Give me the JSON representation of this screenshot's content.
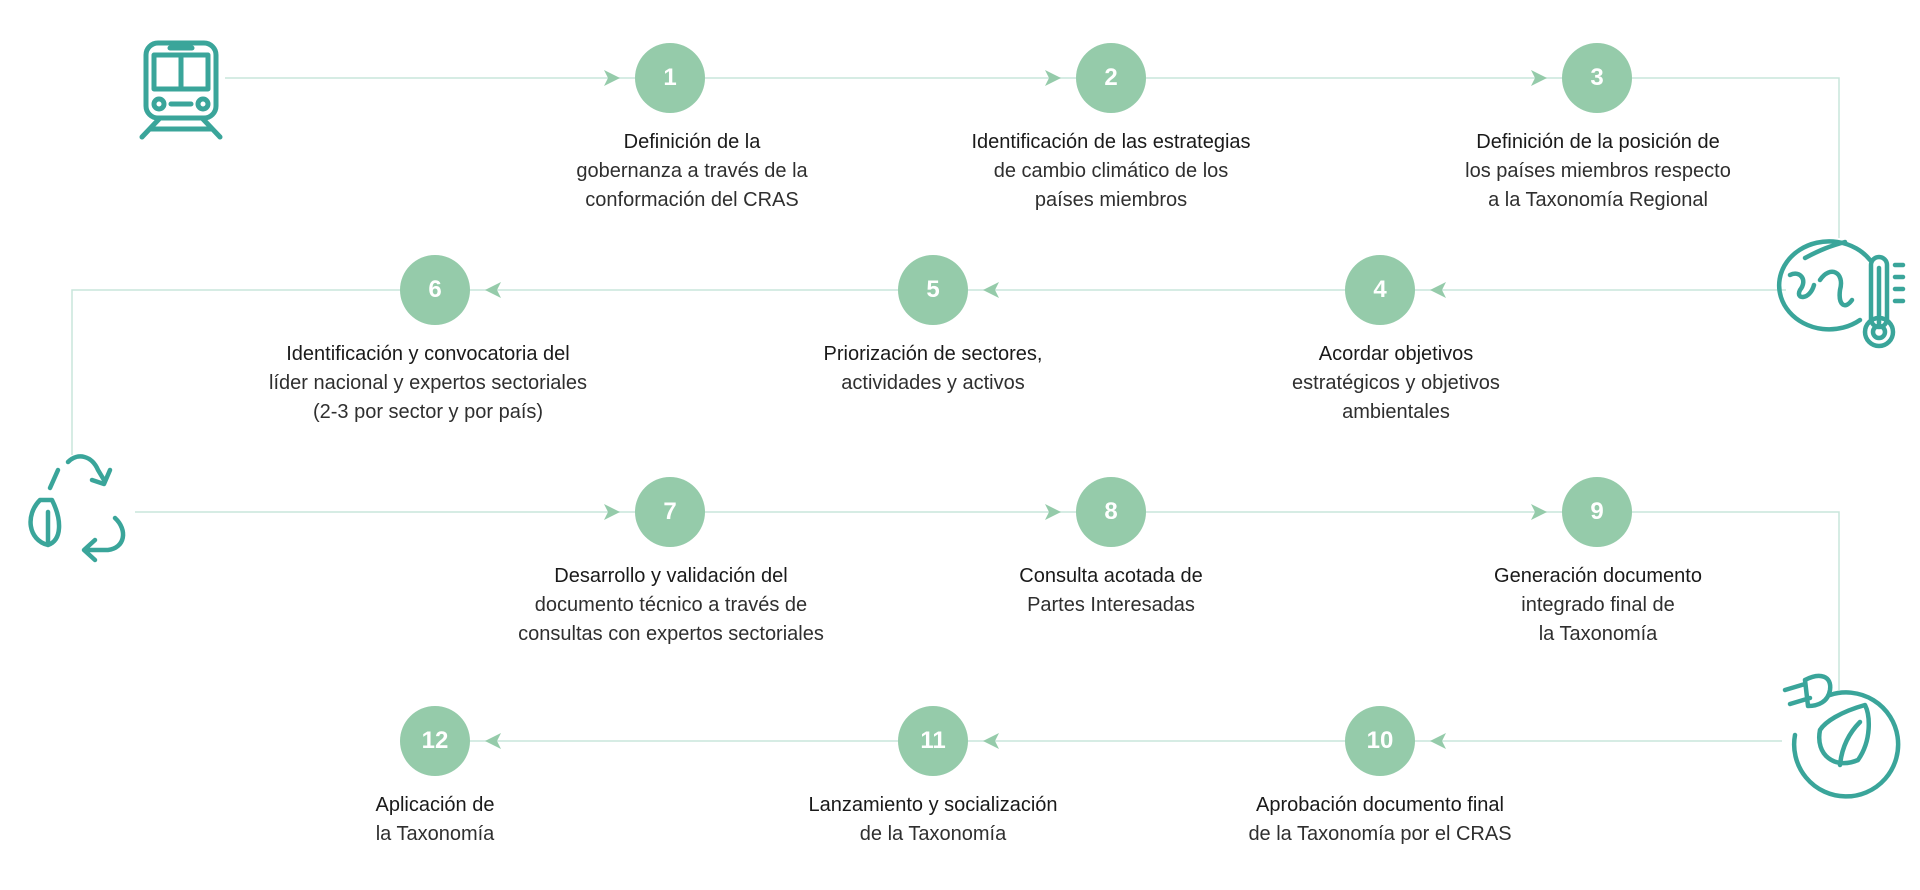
{
  "colors": {
    "circle": "#95cbaa",
    "icon": "#3aa59a",
    "line": "#c9e5dc",
    "arrow": "#95cbaa",
    "text": "#2f2f2f"
  },
  "icons": [
    "train-icon",
    "globe-thermometer-icon",
    "recycle-leaf-icon",
    "plug-leaf-icon"
  ],
  "steps": [
    {
      "number": "1",
      "lines": [
        "Definición de la",
        "gobernanza a través de la",
        "conformación del CRAS"
      ]
    },
    {
      "number": "2",
      "lines": [
        "Identificación de las estrategias",
        "de cambio climático de los",
        "países miembros"
      ]
    },
    {
      "number": "3",
      "lines": [
        "Definición de la posición de",
        "los países miembros respecto",
        "a la Taxonomía Regional"
      ]
    },
    {
      "number": "4",
      "lines": [
        "Acordar objetivos",
        "estratégicos y objetivos",
        "ambientales"
      ]
    },
    {
      "number": "5",
      "lines": [
        "Priorización de sectores,",
        "actividades y activos"
      ]
    },
    {
      "number": "6",
      "lines": [
        "Identificación y convocatoria del",
        "líder nacional y expertos sectoriales",
        "(2-3 por sector y por país)"
      ]
    },
    {
      "number": "7",
      "lines": [
        "Desarrollo y validación del",
        "documento técnico a través de",
        "consultas con expertos sectoriales"
      ]
    },
    {
      "number": "8",
      "lines": [
        "Consulta acotada de",
        "Partes Interesadas"
      ]
    },
    {
      "number": "9",
      "lines": [
        "Generación documento",
        "integrado final de",
        "la Taxonomía"
      ]
    },
    {
      "number": "10",
      "lines": [
        "Aprobación documento final",
        "de la Taxonomía por el CRAS"
      ]
    },
    {
      "number": "11",
      "lines": [
        "Lanzamiento y socialización",
        "de la Taxonomía"
      ]
    },
    {
      "number": "12",
      "lines": [
        "Aplicación de",
        "la Taxonomía"
      ]
    }
  ]
}
